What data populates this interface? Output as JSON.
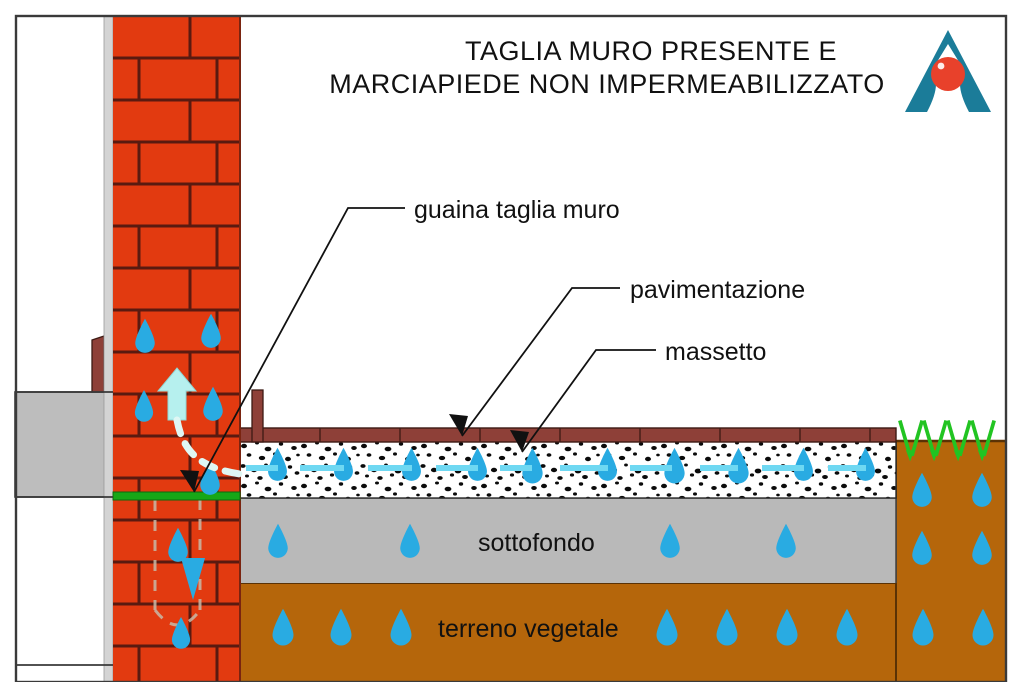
{
  "diagram": {
    "title_line1": "TAGLIA MURO PRESENTE E",
    "title_line2": "MARCIAPIEDE NON IMPERMEABILIZZATO",
    "logo": {
      "name": "company-logo-a-mark",
      "shape_color": "#1B7C99",
      "dot_color": "#E8412B"
    },
    "callouts": [
      {
        "id": "guaina",
        "label": "guaina taglia muro"
      },
      {
        "id": "pavimentazione",
        "label": "pavimentazione"
      },
      {
        "id": "massetto",
        "label": "massetto"
      }
    ],
    "layer_labels": [
      {
        "id": "sottofondo",
        "label": "sottofondo"
      },
      {
        "id": "terreno-vegetale",
        "label": "terreno vegetale"
      }
    ],
    "colors": {
      "brick": "#E23A10",
      "brick_mortar": "#5A1A10",
      "plaster": "#D4D4D4",
      "interior_floor": "#BDBDBD",
      "sottofondo": "#B9B9B9",
      "terreno": "#B5660B",
      "pavimentazione": "#8E4038",
      "massetto_base": "#FFFFFF",
      "massetto_speckle": "#000000",
      "guaina_green": "#17A717",
      "grass_green": "#22C422",
      "water_drop": "#29ABE2",
      "rising_arrow": "#B6F0EE",
      "frame": "#3A3A3A"
    },
    "elements": {
      "wall": "masonry-brick-wall",
      "guaina_line": "damp-proof-course-green-line",
      "rising_damp_arrow": "rising-damp-up-arrow",
      "descending_arrow": "descending-water-down-arrow",
      "grass": "grass-tufts",
      "water_drops": "water-droplets"
    }
  }
}
